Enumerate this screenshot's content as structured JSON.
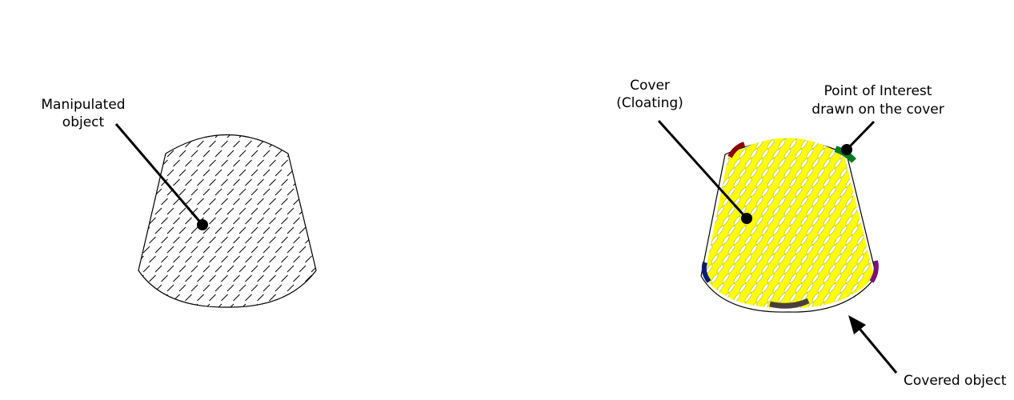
{
  "left_figure": {
    "label_line1": "Manipulated",
    "label_line2": "object"
  },
  "right_figure": {
    "cover_label_line1": "Cover",
    "cover_label_line2": "(Cloating)",
    "poi_label_line1": "Point of Interest",
    "poi_label_line2": "drawn on the cover",
    "covered_label": "Covered object"
  },
  "colors": {
    "cover_fill": "#ffff00",
    "outline": "#000000",
    "poi_top_left": "#8b0000",
    "poi_top_right": "#007a1e",
    "poi_left": "#0b1a78",
    "poi_right": "#7b1178",
    "poi_bottom": "#4a3f3f"
  }
}
